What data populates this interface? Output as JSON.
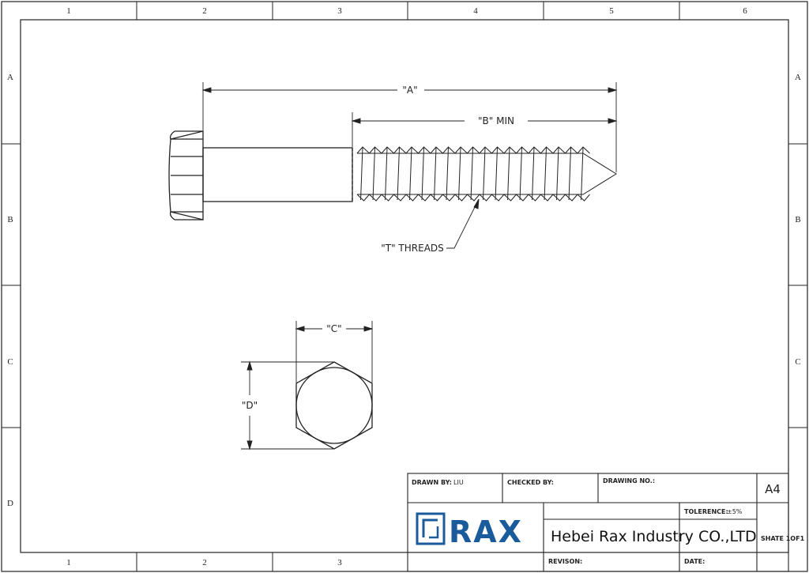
{
  "drawing": {
    "column_labels": [
      "1",
      "2",
      "3",
      "4",
      "5",
      "6"
    ],
    "bottom_column_labels": [
      "1",
      "2",
      "3"
    ],
    "row_labels": [
      "A",
      "B",
      "C",
      "D"
    ],
    "dimensions": {
      "a": "\"A\"",
      "b": "\"B\" MIN",
      "t": "\"T\" THREADS",
      "c": "\"C\"",
      "d": "\"D\""
    }
  },
  "title_block": {
    "drawn_by_label": "DRAWN BY:",
    "drawn_by_value": "LIU",
    "checked_by_label": "CHECKED BY:",
    "drawing_no_label": "DRAWING NO.:",
    "size": "A4",
    "tolerance_label": "TOLERENCE:",
    "tolerance_value": "±5%",
    "logo_text": "RAX",
    "company": "Hebei Rax Industry CO.,LTD",
    "sheet": "SHATE 1OF1",
    "revision_label": "REVISON:",
    "date_label": "DATE:"
  },
  "colors": {
    "line": "#222222",
    "logo_blue": "#1a5b9c"
  }
}
